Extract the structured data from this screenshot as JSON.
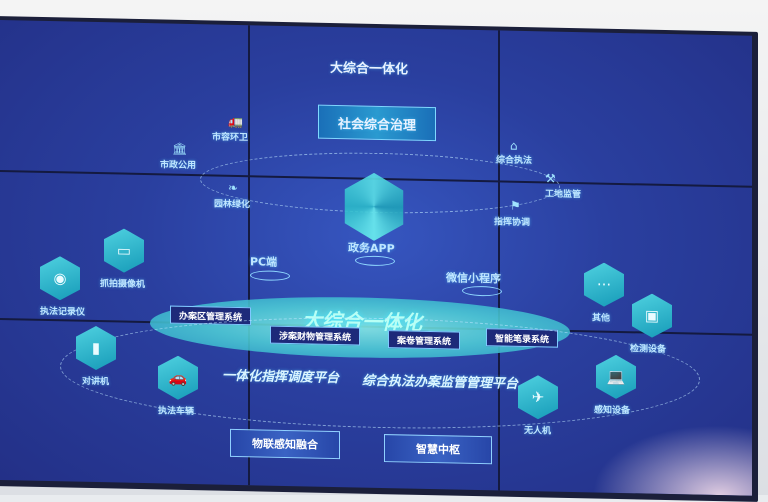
{
  "title": "大综合一体化",
  "top_box": "社会综合治理",
  "domains": {
    "shirong": "市容环卫",
    "shizheng": "市政公用",
    "yuanlin": "园林绿化",
    "zonghe": "综合执法",
    "gongdi": "工地监管",
    "zhihui": "指挥协调"
  },
  "clients": {
    "app": "政务APP",
    "pc": "PC端",
    "wechat": "微信小程序"
  },
  "core": "大综合一体化",
  "systems": [
    "办案区管理系统",
    "涉案财物管理系统",
    "案卷管理系统",
    "智能笔录系统"
  ],
  "platforms": [
    "一体化指挥调度平台",
    "综合执法办案监管管理平台"
  ],
  "devices": {
    "recorder": "执法记录仪",
    "camera": "抓拍摄像机",
    "radio": "对讲机",
    "vehicle": "执法车辆",
    "drone": "无人机",
    "sensor": "感知设备",
    "detector": "检测设备",
    "other": "其他"
  },
  "buttons": [
    "物联感知融合",
    "智慧中枢"
  ]
}
